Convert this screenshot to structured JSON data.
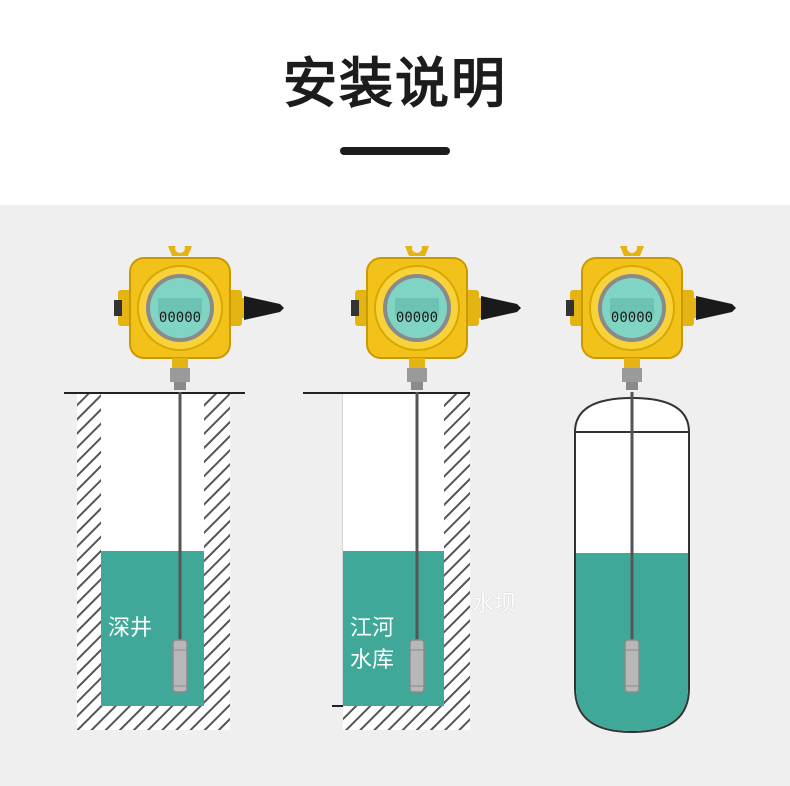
{
  "page": {
    "title": "安装说明"
  },
  "scenes": [
    {
      "label": "深井"
    },
    {
      "label_line1": "江河",
      "label_line2": "水库",
      "side_label": "水坝"
    },
    {
      "label": ""
    }
  ],
  "device": {
    "display_digits": "00000"
  },
  "colors": {
    "title": "#1c1c1c",
    "background_panel": "#efefef",
    "water": "#3fa898",
    "housing_yellow": "#f2c21a",
    "lcd": "#7fd4c4",
    "hatch": "#555555"
  }
}
